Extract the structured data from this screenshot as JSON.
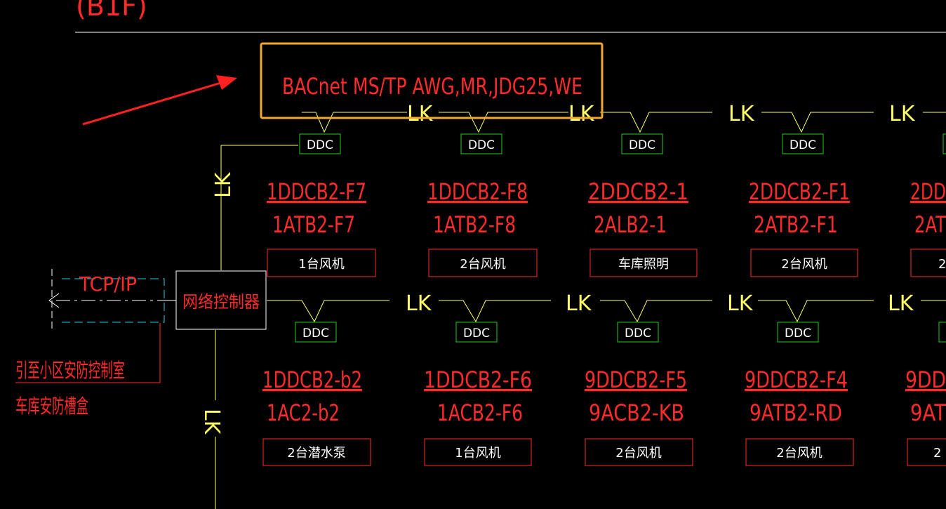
{
  "header": {
    "floor_label": "(B1F)"
  },
  "callout": {
    "text": "BACnet MS/TP   AWG,MR,JDG25,WE"
  },
  "network_controller": {
    "label": "网络控制器"
  },
  "tcpip": {
    "label": "TCP/IP"
  },
  "note": {
    "line1": "引至小区安防控制室",
    "line2": "车库安防槽盒"
  },
  "bus_labels": {
    "lk": "LK",
    "ddc": "DDC"
  },
  "row1": [
    {
      "code": "1DDCB2-F7",
      "panel": "1ATB2-F7",
      "device": "1台风机"
    },
    {
      "code": "1DDCB2-F8",
      "panel": "1ATB2-F8",
      "device": "2台风机"
    },
    {
      "code": "2DDCB2-1",
      "panel": "2ALB2-1",
      "device": "车库照明"
    },
    {
      "code": "2DDCB2-F1",
      "panel": "2ATB2-F1",
      "device": "2台风机"
    },
    {
      "code": "2DD",
      "panel": "2AT",
      "device": "2"
    }
  ],
  "row2": [
    {
      "code": "1DDCB2-b2",
      "panel": "1AC2-b2",
      "device": "2台潜水泵"
    },
    {
      "code": "1DDCB2-F6",
      "panel": "1ACB2-F6",
      "device": "1台风机"
    },
    {
      "code": "9DDCB2-F5",
      "panel": "9ACB2-KB",
      "device": "2台风机"
    },
    {
      "code": "9DDCB2-F4",
      "panel": "9ATB2-RD",
      "device": "2台风机"
    },
    {
      "code": "9DD",
      "panel": "9AT",
      "device": "2"
    }
  ],
  "colors": {
    "yellow": "#ffff66",
    "red": "#ff2a2a",
    "green": "#22cc22",
    "white": "#ffffff",
    "cyan": "#2bd0e0",
    "orange": "#f0a830"
  }
}
